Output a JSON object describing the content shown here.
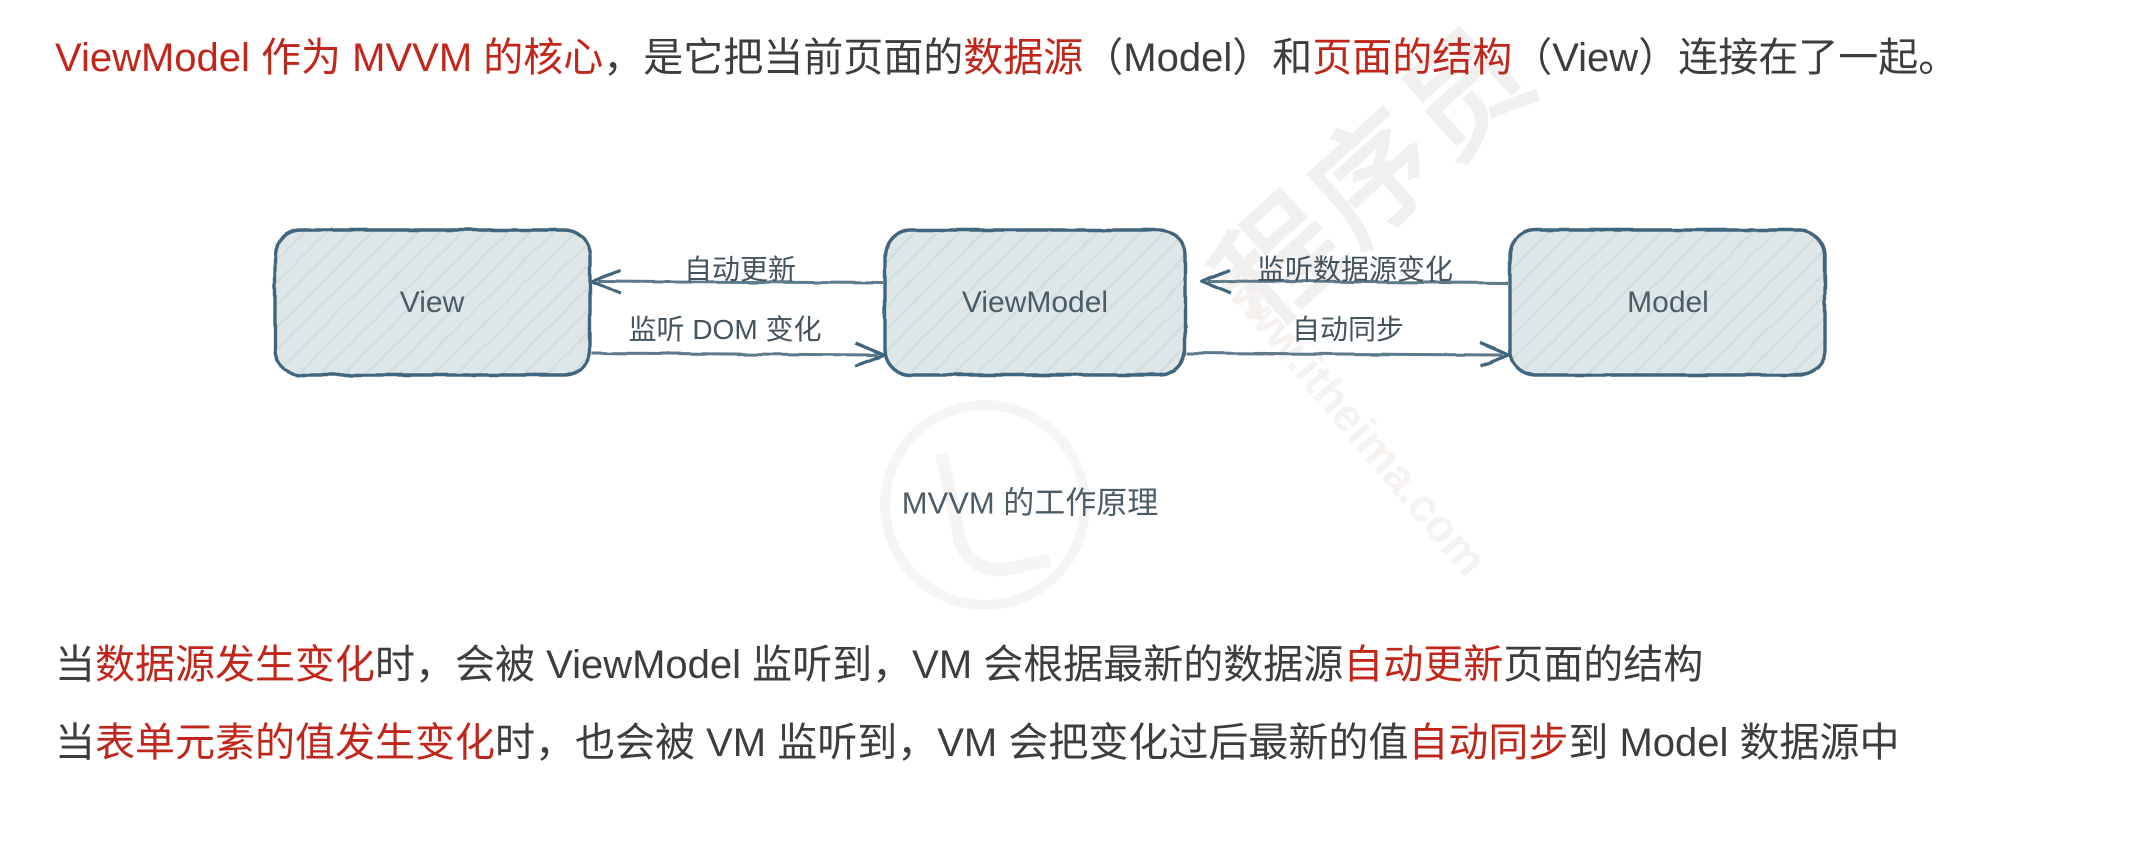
{
  "intro": {
    "segments": [
      {
        "text": "ViewModel 作为 MVVM 的核心",
        "color": "red"
      },
      {
        "text": "，是它把当前页面的",
        "color": "black"
      },
      {
        "text": "数据源",
        "color": "red"
      },
      {
        "text": "（Model）和",
        "color": "black"
      },
      {
        "text": "页面的结构",
        "color": "red"
      },
      {
        "text": "（View）连接在了一起。",
        "color": "black"
      }
    ]
  },
  "diagram": {
    "caption": "MVVM 的工作原理",
    "nodes": [
      {
        "id": "view",
        "label": "View"
      },
      {
        "id": "viewmodel",
        "label": "ViewModel"
      },
      {
        "id": "model",
        "label": "Model"
      }
    ],
    "edges": [
      {
        "id": "vm-to-view",
        "label": "自动更新",
        "from": "viewmodel",
        "to": "view",
        "direction": "left"
      },
      {
        "id": "view-to-vm",
        "label": "监听 DOM 变化",
        "from": "view",
        "to": "viewmodel",
        "direction": "right"
      },
      {
        "id": "model-to-vm",
        "label": "监听数据源变化",
        "from": "model",
        "to": "viewmodel",
        "direction": "left"
      },
      {
        "id": "vm-to-model",
        "label": "自动同步",
        "from": "viewmodel",
        "to": "model",
        "direction": "right"
      }
    ]
  },
  "body": {
    "line_a": [
      {
        "text": "当",
        "color": "black"
      },
      {
        "text": "数据源发生变化",
        "color": "red"
      },
      {
        "text": "时，会被 ViewModel 监听到，VM 会根据最新的数据源",
        "color": "black"
      },
      {
        "text": "自动更新",
        "color": "red"
      },
      {
        "text": "页面的结构",
        "color": "black"
      }
    ],
    "line_b": [
      {
        "text": "当",
        "color": "black"
      },
      {
        "text": "表单元素的值发生变化",
        "color": "red"
      },
      {
        "text": "时，也会被 VM 监听到，VM 会把变化过后最新的值",
        "color": "black"
      },
      {
        "text": "自动同步",
        "color": "red"
      },
      {
        "text": "到 Model 数据源中",
        "color": "black"
      }
    ]
  },
  "watermark": {
    "brand": "程序员",
    "url": "www.itheima.com"
  },
  "colors": {
    "highlight": "#c0271a",
    "text": "#3d3d3d",
    "node_stroke": "#41657e",
    "node_fill": "#dde5e7",
    "node_text": "#4a5c66",
    "background": "#ffffff"
  }
}
